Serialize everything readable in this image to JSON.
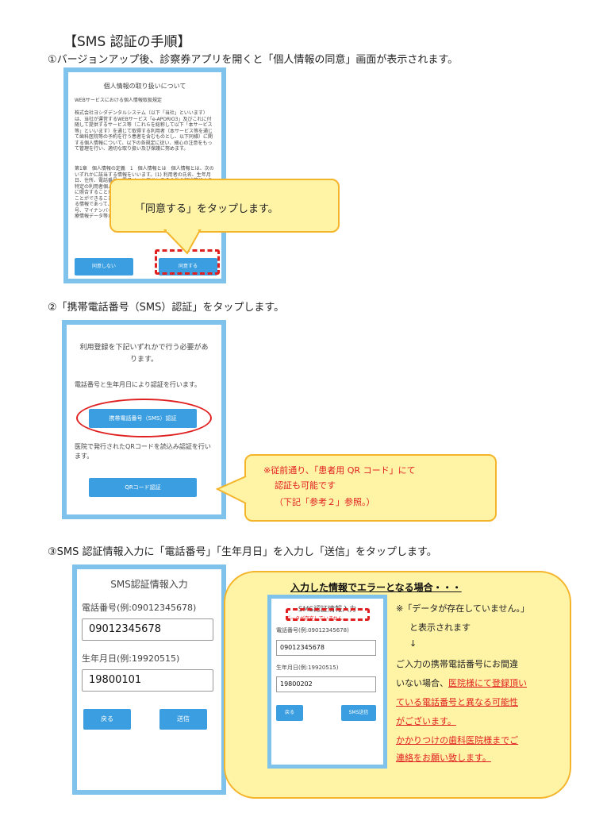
{
  "title": "【SMS 認証の手順】",
  "steps": {
    "s1": "①バージョンアップ後、診察券アプリを開くと「個人情報の同意」画面が表示されます。",
    "s2": "②「携帯電話番号（SMS）認証」をタップします。",
    "s3": "③SMS 認証情報入力に「電話番号」「生年月日」を入力し「送信」をタップします。"
  },
  "phone1": {
    "title": "個人情報の取り扱いについて",
    "text1": "WEBサービスにおける個人情報取扱規定",
    "text2": "株式会社ヨシダデンタルシステム（以下「当社」といいます）は、当社が運営するWEBサービス「e-APORIO3」及びこれに付随して提供するサービス等（これらを総称して以下「本サービス等」といいます）を通じて取得する利用者（本サービス等を通じて歯科医院等の予約を行う患者を含むものとし、以下同様）に関する個人情報について、以下の各規定に従い、細心の注意をもって管理を行い、適切な取り扱い及び保護に努めます。",
    "text3": "第1章　個人情報の定義　1　個人情報とは　個人情報とは、次のいずれかに該当する情報をいいます。(1) 利用者の氏名、生年月日、住所、電話番号、電子メールアドレスその他の記述等により特定の利用者個人を識別することができるもの（他の情報と容易に照合することができ、それにより特定の利用者個人を識別することができることとなるものを含みます）(2) 利用者個人に関する情報であって、個人識別符号が含まれるもの（運転免許証の番号、マイナンバー、保険者番号、被保険者記号・番号その他の医療情報データ等から含まれるもの）",
    "decline": "同意しない",
    "agree": "同意する"
  },
  "callout1": "「同意する」をタップします。",
  "phone2": {
    "text1": "利用登録を下記いずれかで行う必要があります。",
    "text2": "電話番号と生年月日により認証を行います。",
    "sms_button": "携帯電話番号（SMS）認証",
    "text3": "医院で発行されたQRコードを読込み認証を行います。",
    "qr_button": "QRコード認証"
  },
  "callout2": {
    "l1": "※従前通り、「患者用 QR コード」にて",
    "l2": "認証も可能です",
    "l3": "（下記「参考２」参照。）"
  },
  "phone3": {
    "title": "SMS認証情報入力",
    "phone_label": "電話番号(例:09012345678)",
    "phone_value": "09012345678",
    "dob_label": "生年月日(例:19920515)",
    "dob_value": "19800101",
    "back": "戻る",
    "send": "送信"
  },
  "error": {
    "heading": "入力した情報でエラーとなる場合・・・",
    "mini": {
      "title": "SMS認証情報入力",
      "error_msg": "データが存在していません。",
      "phone_label": "電話番号(例:09012345678)",
      "phone_value": "09012345678",
      "dob_label": "生年月日(例:19920515)",
      "dob_value": "19800202",
      "back": "戻る",
      "send": "SMS送信"
    },
    "lines": {
      "l1": "※「データが存在していません。」",
      "l2": "と表示されます",
      "l3": "↓",
      "l4": "ご入力の携帯電話番号にお間違",
      "l5a": "いない場合、",
      "l5b": "医院様にて登録頂い",
      "l6": "ている電話番号と異なる可能性",
      "l7": "がございます。",
      "l8": "かかりつけの歯科医院様までご",
      "l9": "連絡をお願い致します。"
    }
  },
  "colors": {
    "phone_frame": "#7fc2ec",
    "button_blue": "#3a9ee0",
    "callout_fill": "#fff3a6",
    "callout_border": "#f5b52b",
    "highlight_red": "#e02020"
  }
}
